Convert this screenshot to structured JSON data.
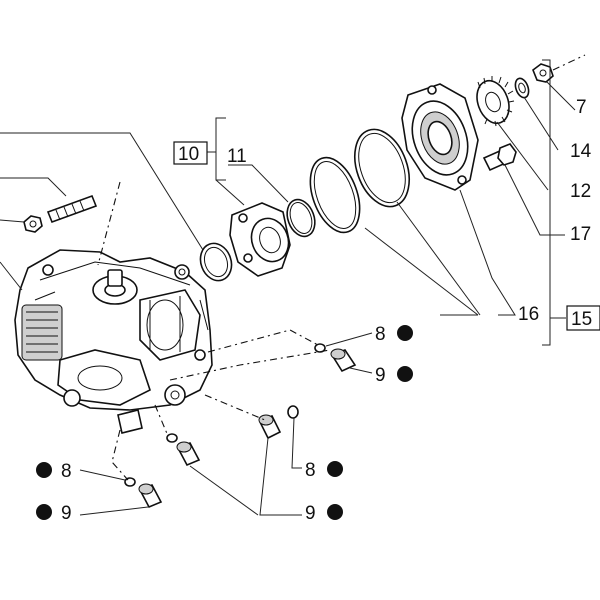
{
  "labels": {
    "l7": "7",
    "l10": "10",
    "l11": "11",
    "l12": "12",
    "l14": "14",
    "l15": "15",
    "l16": "16",
    "l17": "17",
    "l8a": "8",
    "l9a": "9",
    "l8b": "8",
    "l9b": "9",
    "l8c": "8",
    "l9c": "9"
  },
  "colors": {
    "ink": "#111111",
    "paper": "#ffffff"
  },
  "icons": {
    "marker": "filled-circle-icon"
  }
}
